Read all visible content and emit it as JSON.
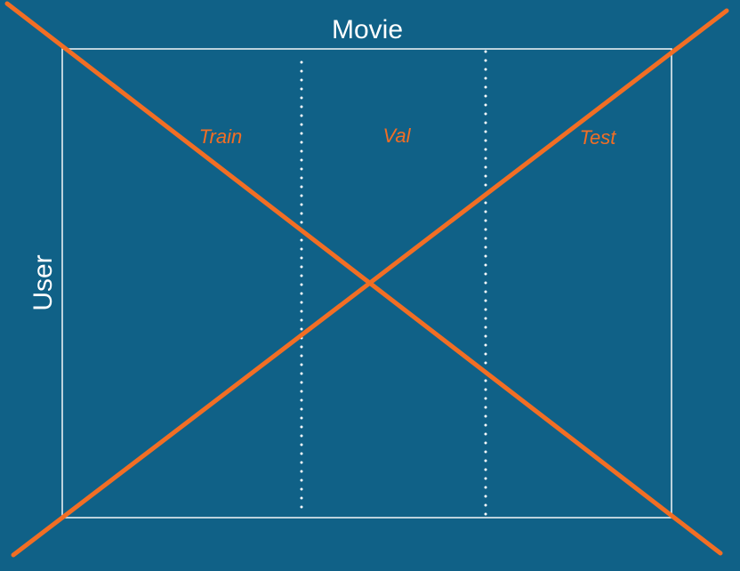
{
  "diagram": {
    "labels": {
      "column_axis": "Movie",
      "row_axis": "User"
    },
    "segments": [
      {
        "label": "Train"
      },
      {
        "label": "Val"
      },
      {
        "label": "Test"
      }
    ],
    "colors": {
      "background": "#106187",
      "frame": "#e8eef2",
      "divider": "#ffffff",
      "accent": "#f26e24",
      "axis_text": "#ffffff"
    }
  }
}
